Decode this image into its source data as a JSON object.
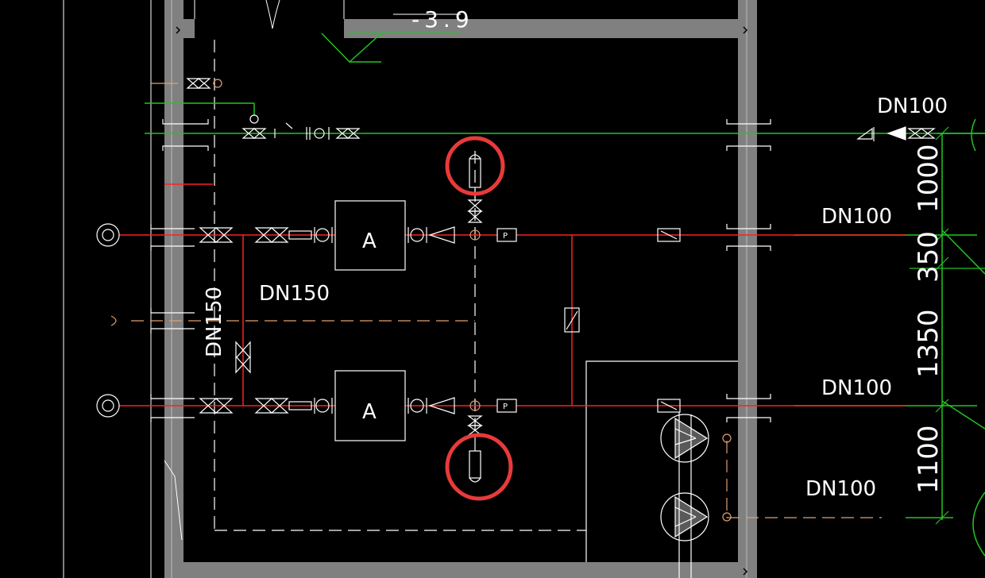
{
  "labels": {
    "elevation": "-3.9",
    "pipe_top_right": "DN100",
    "pipe_row1_right": "DN100",
    "pipe_row2_right": "DN100",
    "pipe_pump_right": "DN100",
    "bypass_horizontal": "DN150",
    "bypass_vertical": "DN150",
    "tank_top": "A",
    "tank_bottom": "A",
    "gauge_top": "P",
    "gauge_bottom": "P"
  },
  "dimensions": {
    "dim_1000": "1000",
    "dim_350": "350",
    "dim_1350": "1350",
    "dim_1100": "1100"
  },
  "colors": {
    "background": "#000000",
    "wall": "#808080",
    "supply_pipe": "#ff2020",
    "water_pipe": "#22c422",
    "drain_dashed": "#e0a070",
    "symbols": "#ffffff",
    "highlight": "#e83a3a"
  }
}
